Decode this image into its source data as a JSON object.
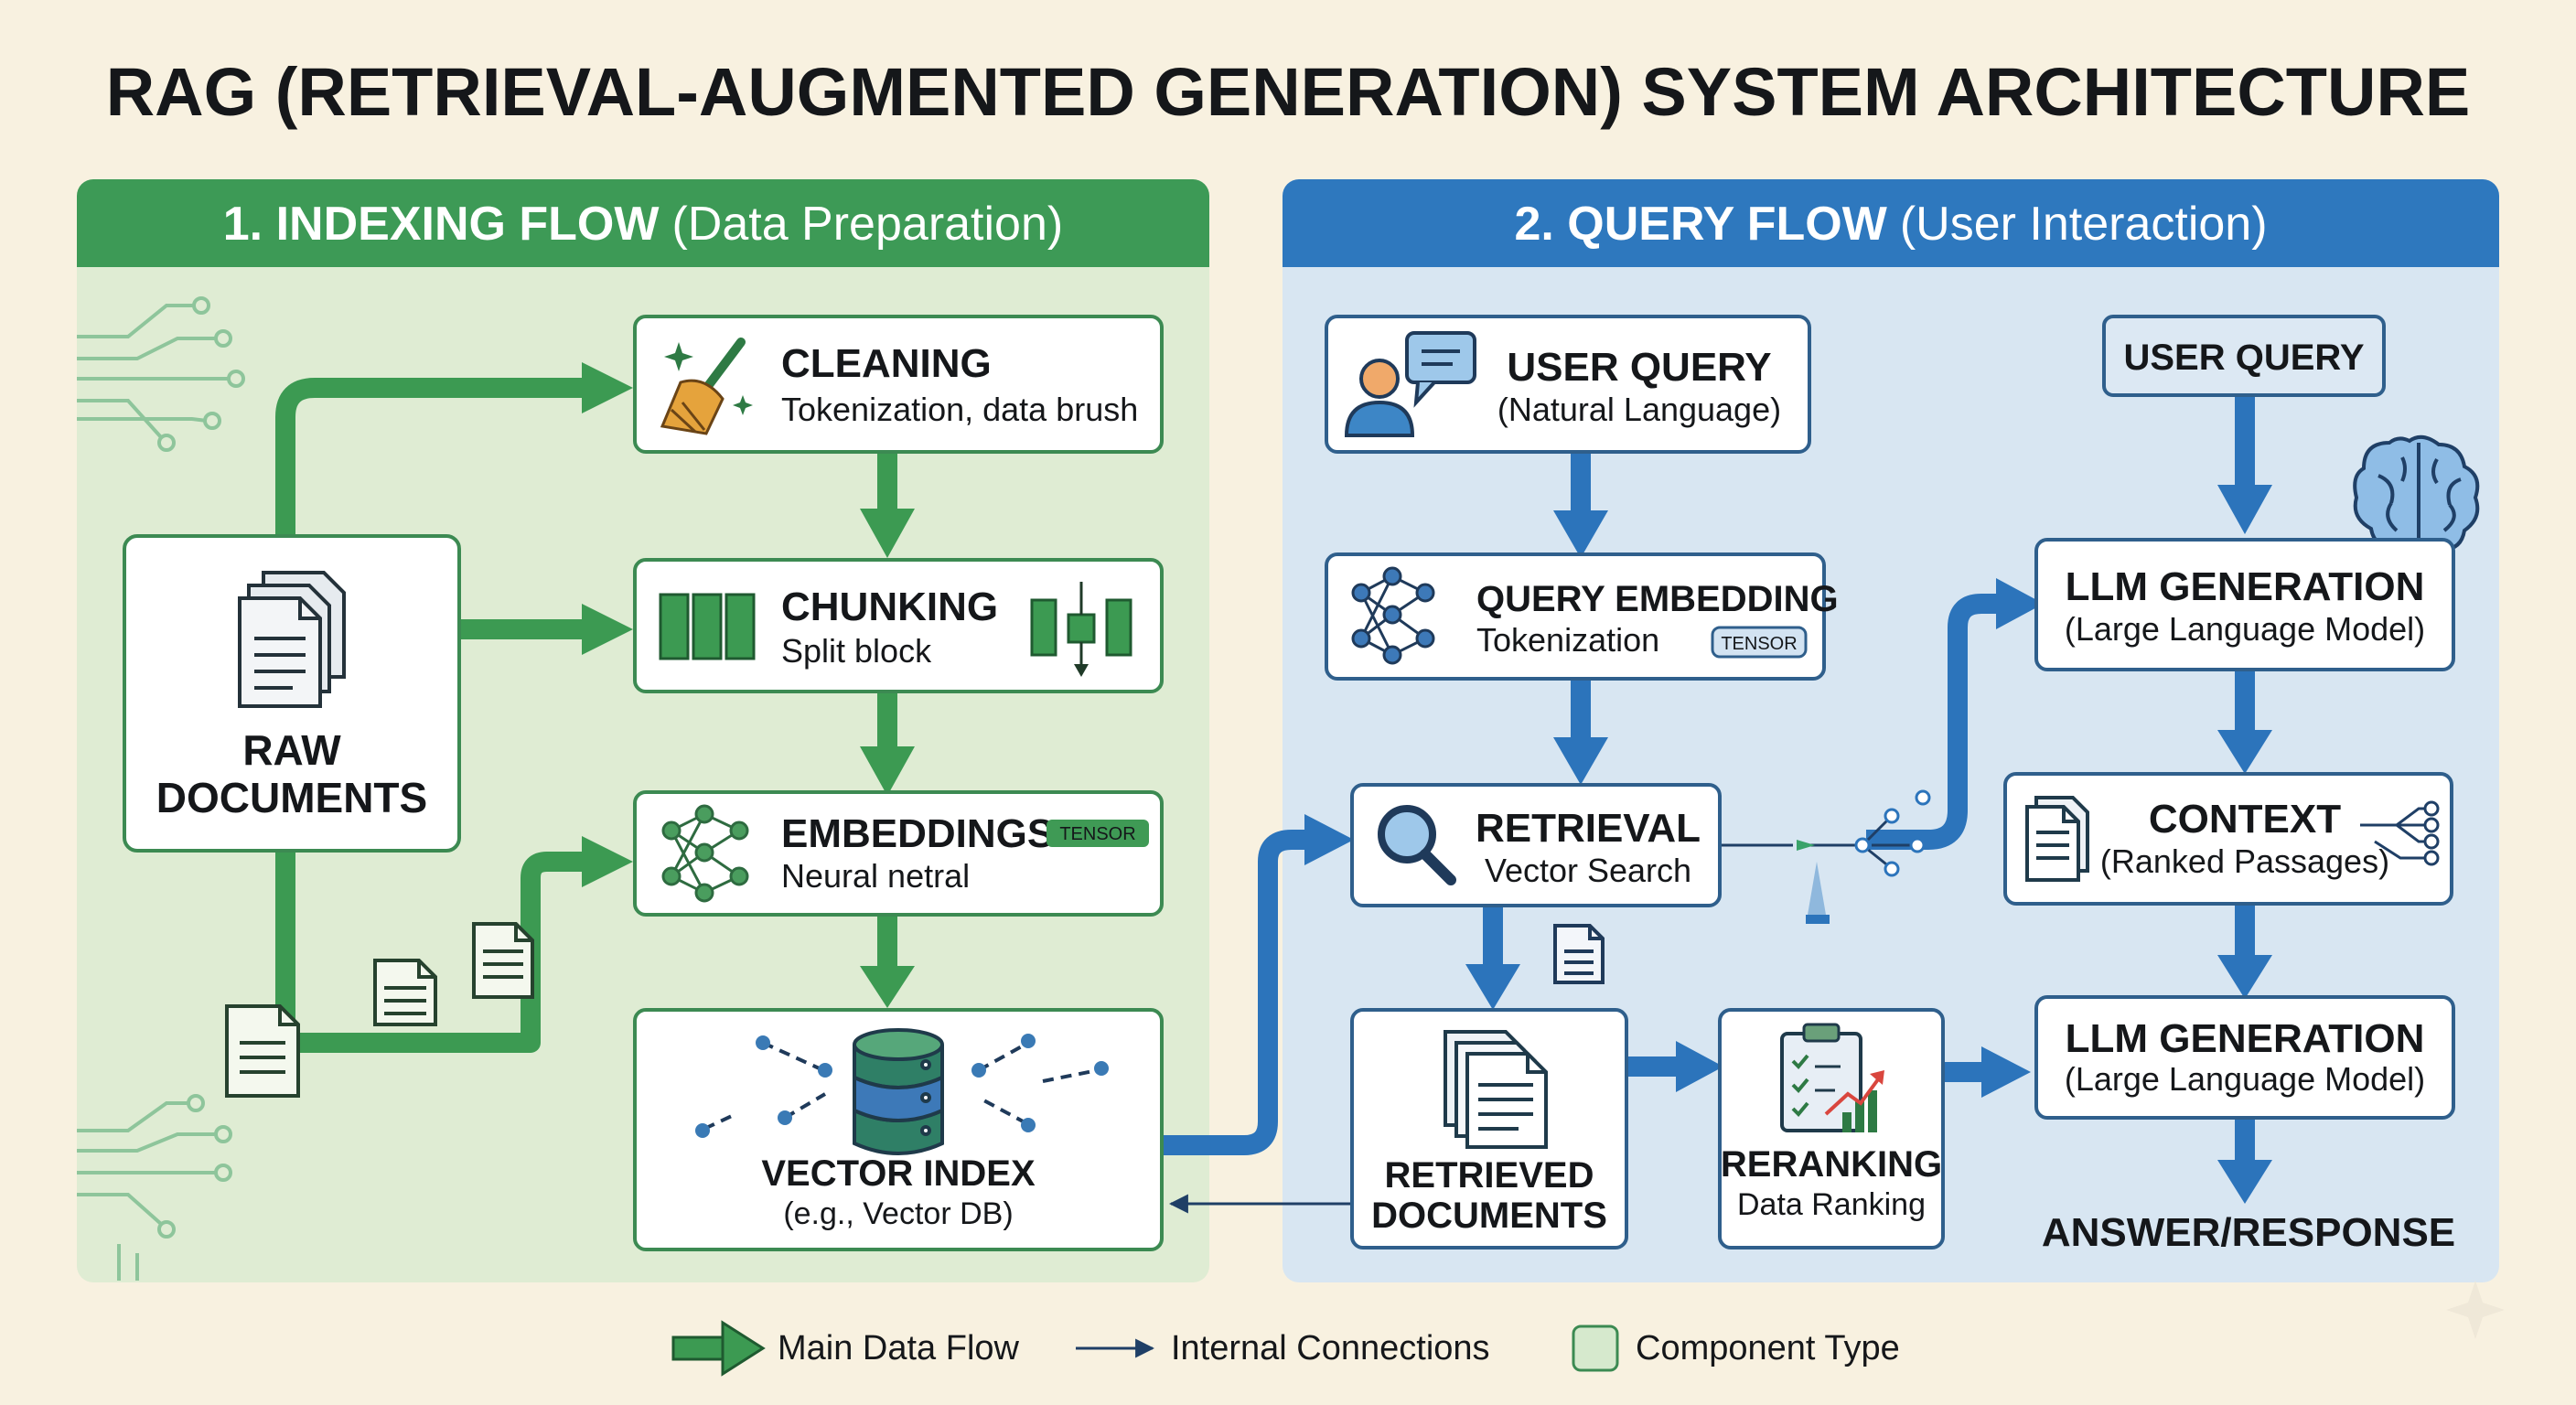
{
  "title": "RAG (RETRIEVAL-AUGMENTED GENERATION) SYSTEM ARCHITECTURE",
  "colors": {
    "background": "#f8f1e0",
    "indexing_header": "#3d9a56",
    "indexing_panel": "#dfecd3",
    "indexing_arrow": "#3c9a52",
    "query_header": "#2e78be",
    "query_panel": "#d8e6f2",
    "query_arrow": "#2c74bb",
    "node_fill": "#ffffff",
    "indexing_node_border": "#3c8a52",
    "query_node_border": "#2f5f8c",
    "tensor_badge_green": "#3f9a55",
    "tensor_badge_blue": "#d3e3f2"
  },
  "indexing": {
    "header_bold": "1. INDEXING FLOW",
    "header_rest": "(Data Preparation)",
    "raw_documents": {
      "line1": "RAW",
      "line2": "DOCUMENTS",
      "icon": "documents-icon"
    },
    "cleaning": {
      "title": "CLEANING",
      "subtitle": "Tokenization, data brush",
      "icon": "broom-icon"
    },
    "chunking": {
      "title": "CHUNKING",
      "subtitle": "Split block",
      "icon": "split-blocks-icon"
    },
    "embeddings": {
      "title": "EMBEDDINGS",
      "subtitle": "Neural netral",
      "badge": "TENSOR",
      "icon": "neural-network-icon"
    },
    "vector_index": {
      "title": "VECTOR INDEX",
      "subtitle": "(e.g., Vector DB)",
      "icon": "database-icon"
    }
  },
  "query": {
    "header_bold": "2. QUERY FLOW",
    "header_rest": "(User Interaction)",
    "user_query": {
      "title": "USER QUERY",
      "subtitle": "(Natural Language)",
      "icon": "user-chat-icon"
    },
    "user_query_tag": "USER QUERY",
    "query_embedding": {
      "title": "QUERY EMBEDDING",
      "subtitle": "Tokenization",
      "badge": "TENSOR",
      "icon": "neural-network-icon"
    },
    "retrieval": {
      "title": "RETRIEVAL",
      "subtitle": "Vector Search",
      "icon": "magnifier-icon"
    },
    "retrieved_documents": {
      "line1": "RETRIEVED",
      "line2": "DOCUMENTS",
      "icon": "documents-stack-icon"
    },
    "reranking": {
      "title": "RERANKING",
      "subtitle": "Data Ranking",
      "icon": "clipboard-chart-icon"
    },
    "llm_generation_1": {
      "title": "LLM GENERATION",
      "subtitle": "(Large Language Model)",
      "icon": "brain-icon"
    },
    "context": {
      "title": "CONTEXT",
      "subtitle": "(Ranked Passages)",
      "icon": "document-icon"
    },
    "llm_generation_2": {
      "title": "LLM GENERATION",
      "subtitle": "(Large Language Model)"
    },
    "answer": "ANSWER/RESPONSE"
  },
  "legend": [
    {
      "label": "Main Data Flow",
      "icon": "thick-arrow-icon"
    },
    {
      "label": "Internal Connections",
      "icon": "thin-arrow-icon"
    },
    {
      "label": "Component Type",
      "icon": "component-swatch-icon"
    }
  ]
}
